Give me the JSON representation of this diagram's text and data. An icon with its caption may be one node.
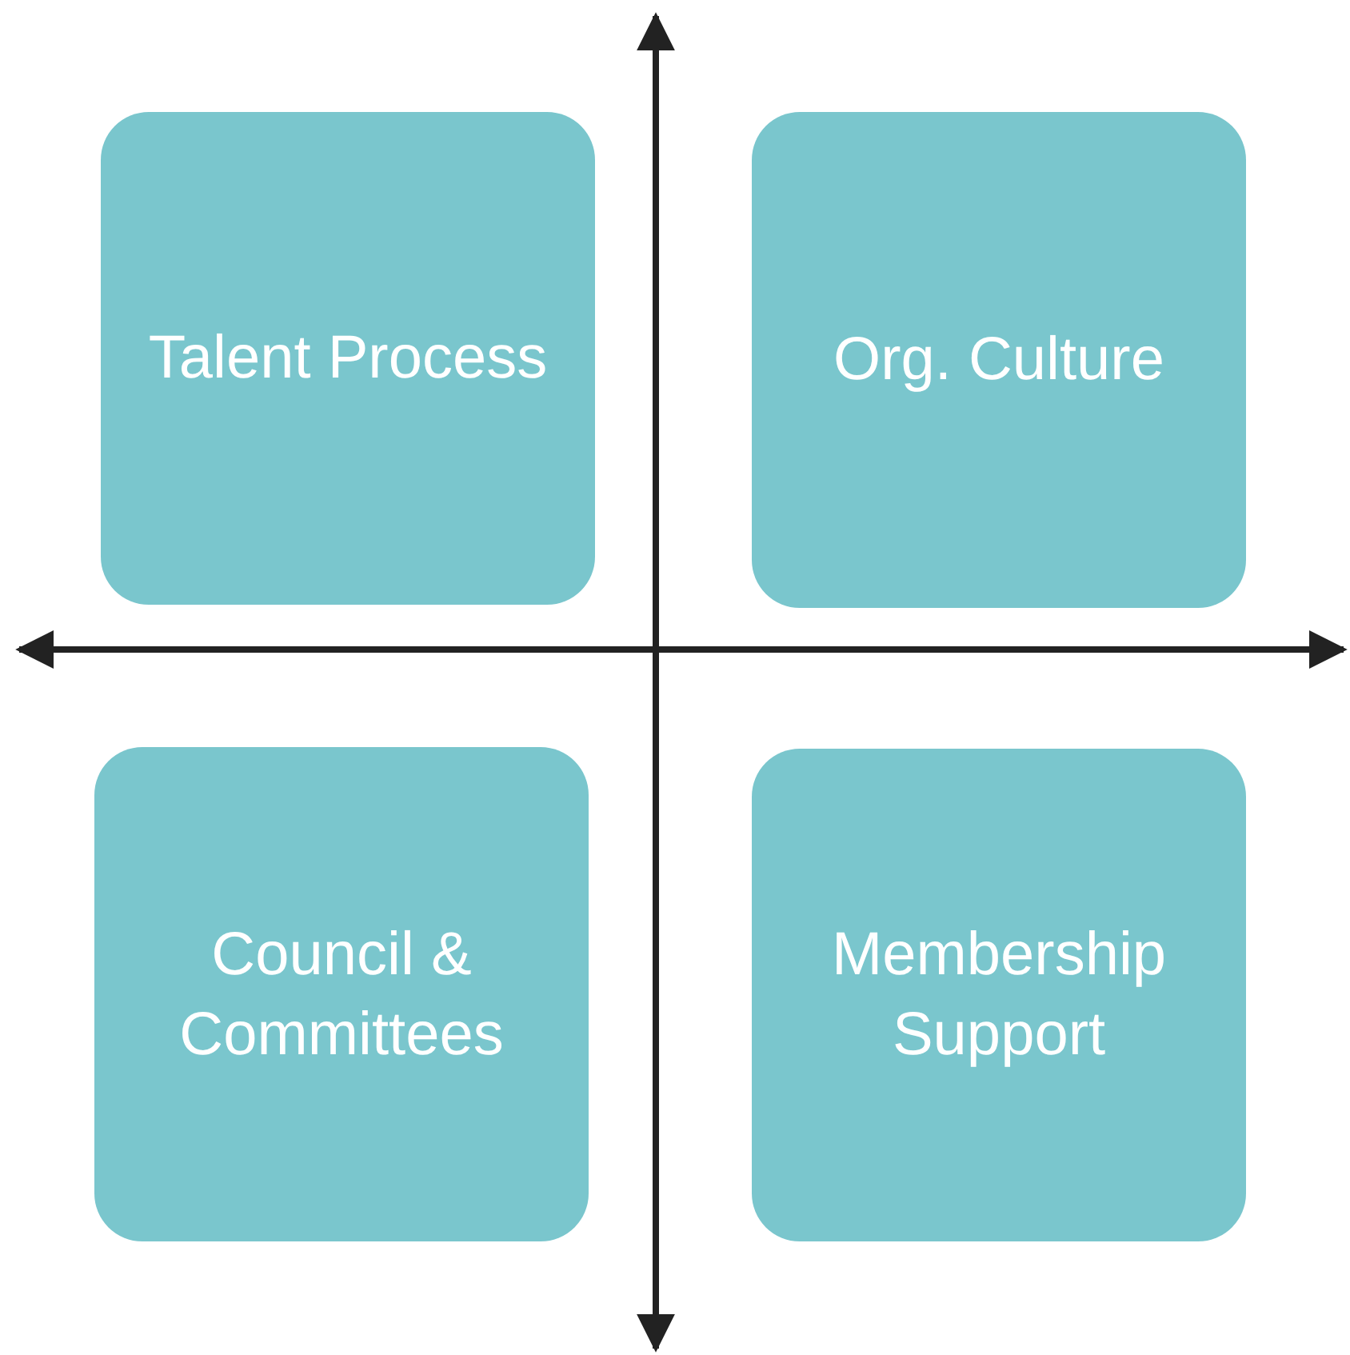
{
  "diagram": {
    "nodes": [
      {
        "text": [
          "Talent Process"
        ]
      },
      {
        "text": [
          "Org. Culture"
        ]
      },
      {
        "text": [
          "Council & Committees"
        ]
      },
      {
        "text": [
          "Membership Support"
        ]
      }
    ]
  }
}
